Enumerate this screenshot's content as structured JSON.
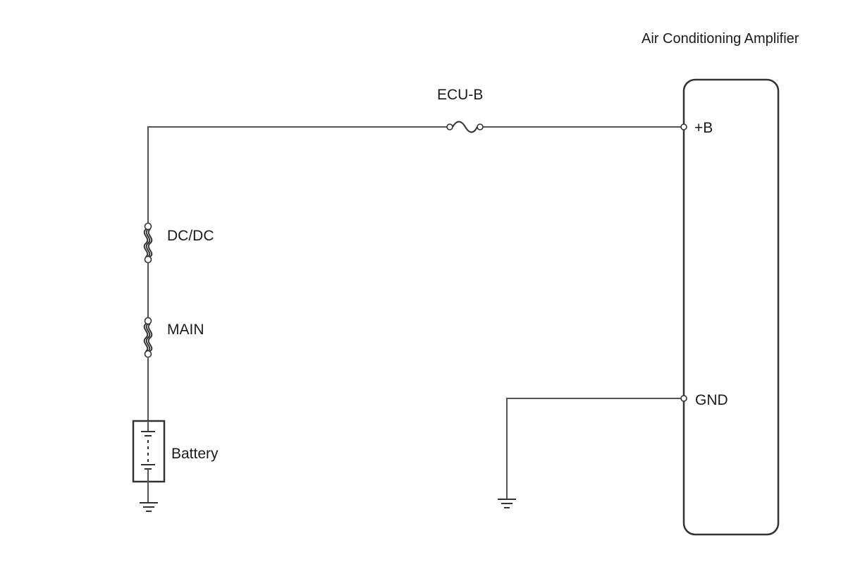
{
  "diagram": {
    "amplifier_title": "Air Conditioning Amplifier",
    "fuse_ecu": "ECU-B",
    "fuse_dcdc": "DC/DC",
    "fuse_main": "MAIN",
    "battery": "Battery",
    "pin_b": "+B",
    "pin_gnd": "GND"
  }
}
